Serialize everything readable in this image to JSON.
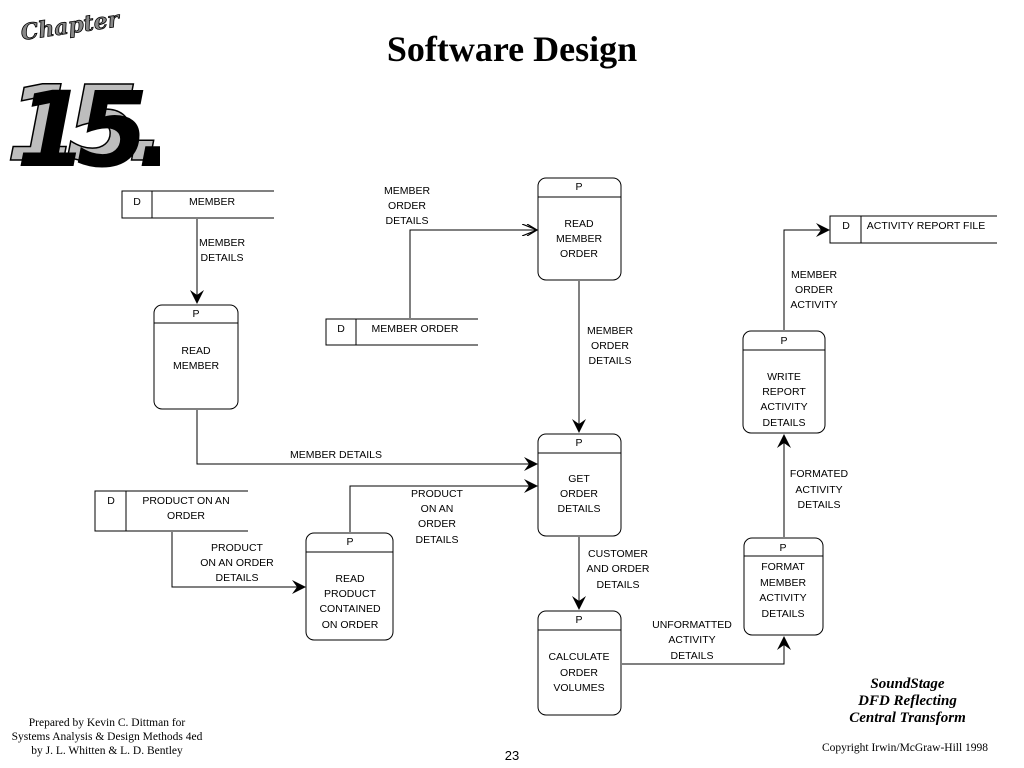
{
  "slide": {
    "title": "Software Design",
    "chapter_word": "Chapter",
    "chapter_number": "15."
  },
  "caption": {
    "line1": "SoundStage",
    "line2": "DFD Reflecting",
    "line3": "Central Transform"
  },
  "footer": {
    "prepared_line1": "Prepared by Kevin C. Dittman for",
    "prepared_line2": "Systems Analysis & Design Methods 4ed",
    "prepared_line3": "by J. L. Whitten & L. D. Bentley",
    "page_number": "23",
    "copyright": "Copyright Irwin/McGraw-Hill 1998"
  },
  "diagram": {
    "data_stores": {
      "member": {
        "id": "D",
        "name": "MEMBER"
      },
      "member_order": {
        "id": "D",
        "name": "MEMBER ORDER"
      },
      "product_on_an_order": {
        "id": "D",
        "name_line1": "PRODUCT ON AN",
        "name_line2": "ORDER"
      },
      "activity_report_file": {
        "id": "D",
        "name": "ACTIVITY REPORT FILE"
      }
    },
    "processes": {
      "read_member": {
        "id": "P",
        "lines": [
          "READ",
          "MEMBER"
        ]
      },
      "read_member_order": {
        "id": "P",
        "lines": [
          "READ",
          "MEMBER",
          "ORDER"
        ]
      },
      "get_order_details": {
        "id": "P",
        "lines": [
          "GET",
          "ORDER",
          "DETAILS"
        ]
      },
      "read_product": {
        "id": "P",
        "lines": [
          "READ",
          "PRODUCT",
          "CONTAINED",
          "ON ORDER"
        ]
      },
      "calculate_order_volumes": {
        "id": "P",
        "lines": [
          "CALCULATE",
          "ORDER",
          "VOLUMES"
        ]
      },
      "format_member_activity": {
        "id": "P",
        "lines": [
          "FORMAT",
          "MEMBER",
          "ACTIVITY",
          "DETAILS"
        ]
      },
      "write_report_activity": {
        "id": "P",
        "lines": [
          "WRITE",
          "REPORT",
          "ACTIVITY",
          "DETAILS"
        ]
      }
    },
    "flows": {
      "member_details_down": [
        "MEMBER",
        "DETAILS"
      ],
      "member_order_details_in": [
        "MEMBER",
        "ORDER",
        "DETAILS"
      ],
      "member_order_details_down": [
        "MEMBER",
        "ORDER",
        "DETAILS"
      ],
      "member_details_right": [
        "MEMBER DETAILS"
      ],
      "product_on_an_order_details_up": [
        "PRODUCT",
        "ON AN",
        "ORDER",
        "DETAILS"
      ],
      "product_on_an_order_details_in": [
        "PRODUCT",
        "ON AN ORDER",
        "DETAILS"
      ],
      "customer_and_order_details": [
        "CUSTOMER",
        "AND ORDER",
        "DETAILS"
      ],
      "unformatted_activity_details": [
        "UNFORMATTED",
        "ACTIVITY",
        "DETAILS"
      ],
      "formated_activity_details": [
        "FORMATED",
        "ACTIVITY",
        "DETAILS"
      ],
      "member_order_activity": [
        "MEMBER",
        "ORDER",
        "ACTIVITY"
      ]
    }
  }
}
